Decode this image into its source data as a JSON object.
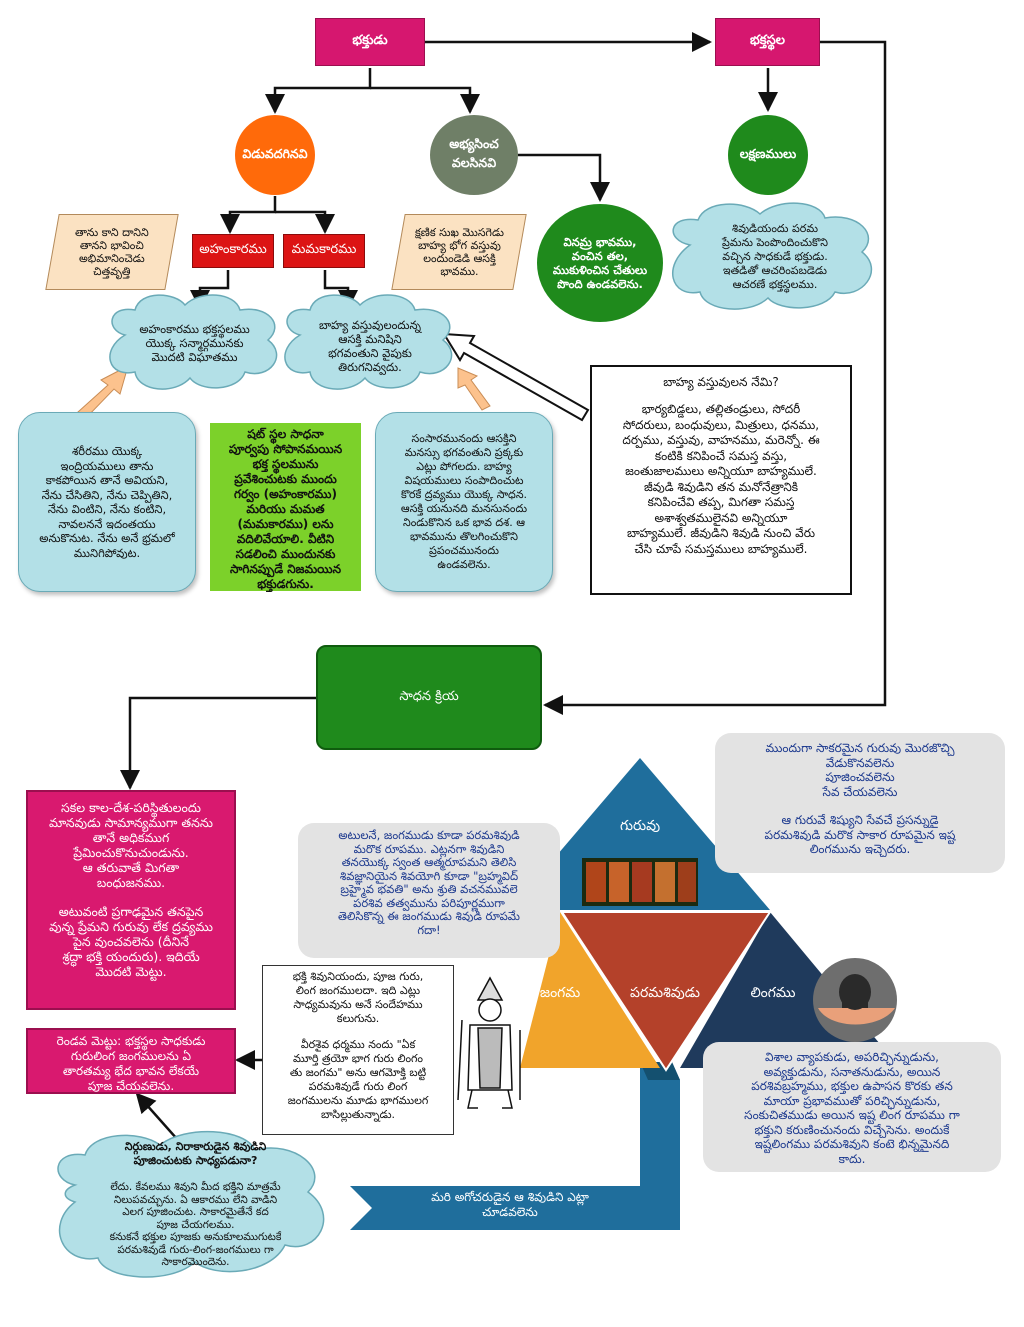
{
  "top": {
    "devotee": "భక్తుడు",
    "bhaktasthala": "భక్తస్థల"
  },
  "circles": {
    "to_leave": "విడువదగినవి",
    "to_practice": "అభ్యసించ\nవలసినవి",
    "signs": "లక్షణములు",
    "humility": "వినమ్ర భావము,\nవంచిన తల,\nముకుళించిన చేతులు\nపొంది ఉండవలెను."
  },
  "red_boxes": {
    "ahamkara": "అహంకారము",
    "mamakara": "మమకారము"
  },
  "parallelograms": {
    "left": "తాను కాని దానిని\nతానని భావించి\nఅభిమానించెడు\nచిత్తవృత్తి",
    "right": "క్షణిక సుఖ మొసగెడు\nబాహ్య భోగ వస్తువు\nలందుండెడి ఆసక్తి\nభావము."
  },
  "signs_cloud": "శివుడియందు పరమ\nప్రేమను పెంపొందించుకొని\nవచ్చిన సాధకుడే భక్తుడు.\nఇతడితో ఆచరింపబడెడు\nఆచరణే భక్తస్థలము.",
  "clouds": {
    "ahamkara": "అహంకారము భక్తస్థలము\nయొక్క సన్మార్గమునకు\nమొదటి విఘాతము",
    "mamakara": "బాహ్య వస్తువులందున్న\nఆసక్తి మనిషిని\nభగవంతుని వైపుకు\nతిరుగనివ్వదు."
  },
  "rounded": {
    "body": "శరీరము యొక్క\nఇంద్రియములు తాను\nకాకపోయిన తానే అవియని,\nనేను చేసితిని, నేను చెప్పితిని,\nనేను వింటిని, నేను కంటిని,\nనావలననే ఇదంతయు\nఅనుకొనుట. నేను అనే భ్రమలో\nమునిగిపోవుట.",
    "world": "సంసారమునందు ఆసక్తిని\nమనస్సు భగవంతుని ప్రక్కకు\nఎట్లు పోగలదు. బాహ్య\nవిషయములు సంపాదించుట\nకొరకే ద్రవ్యము యొక్క సాధన.\nఆసక్తి యనునది మనసునందు\nనిండుకొనిన ఒక భావ దశ. ఆ\nభావమును తొలగించుకొని\nప్రపంచమునందు\nఉండవలెను."
  },
  "green_box": "షట్ స్థల సాధనా\nపూర్వపు సోపానమయిన\nభక్త స్థలమును\nప్రవేశించుటకు ముందు\nగర్వం (అహంకారము)\nమరియు మమత\n(మమకారము) లను\nవదిలివేయాలి. వీటిని\nసడలించి ముందునకు\nసాగినప్పుడే నిజమయిన\nభక్తుడగును.",
  "external": {
    "title": "బాహ్య వస్తువులన నేమి?",
    "body": "భార్యబిడ్డలు, తల్లితండ్రులు, సోదరీ\nసోదరులు, బంధువులు, మిత్రులు, ధనము,\nదర్పము, వస్తువు, వాహనము, మరెన్నో. ఈ\nకంటికి కనిపించే సమస్త వస్తు,\nజంతుజాలములు అన్నియూ బాహ్యములే.\nజీవుడి శివుడిని తన మనోనేత్రానికి\nకనిపించేవి తప్ప, మిగతా సమస్త\nఅశాశ్వతములైనవి అన్నియూ\nబాహ్యములే. జీవుడిని శివుడి నుంచి వేరు\nచేసి చూపే సమస్తములు బాహ్యములే."
  },
  "sadhana": "సాధన క్రియ",
  "pink1": {
    "p1": "సకల కాల-దేశ-పరిస్థితులందు\nమానవుడు సామాన్యముగా తనను\nతానే అధికముగ\nప్రేమించుకొనుచుండును.\nఆ తరువాతే మిగతా\nబంధుజనము.",
    "p2": "అటువంటి ప్రగాఢమైన తనపైన\nవున్న ప్రేమని గురువు లేక ద్రవ్యము\nపైన వుంచవలెను (దీనినే\nశ్రద్ధా భక్తి యందురు). ఇదియే\nమొదటి మెట్టు."
  },
  "pink2": "రెండవ మెట్టు: భక్తస్థల సాధకుడు\nగురులింగ జంగములను ఏ\nతారతమ్య భేద భావన లేకయే\nపూజ చేయవలెను.",
  "bottom_cloud": {
    "title": "నిర్గుణుడు, నిరాకారుడైన శివుడిని\nపూజించుటకు సాధ్యపడునా?",
    "body": "లేదు. కేవలము శివుని మీద భక్తిని మాత్రమే\nనిలుపవచ్చును. ఏ ఆకారము లేని వాడిని\nఎలగ పూజించుట. సాకారమైతేనే కద\nపూజ చేయగలము.\nకనుకనే భక్తుల పూజకు అనుకూలముగుటకే\nపరమశివుడే గురు-లింగ-జంగములు గా\nసాకారమొందెను."
  },
  "mid_box": {
    "p1": "భక్తి శివునియందు, పూజ గురు,\nలింగ జంగములదా. ఇది ఎట్లు\nసాధ్యమవును అనే సందేహము\nకలుగును.",
    "p2": "వీరశైవ ధర్మము నందు \"ఏక\nమూర్తి త్రయో భాగ గురు లింగం\nతు జంగమ\" అను ఆగమోక్తి బట్టి\nపరమశివుడే గురు లింగ\nజంగములను మూడు భాగములగ\nబాసిల్లుతున్నాడు."
  },
  "grey": {
    "jangama": "అటులనే, జంగముడు కూడా పరమశివుడి\nమరొక రూపము. ఎట్లనగా శివుడిని\nతనయొక్క స్వంత ఆత్మరూపమని తెలిసి\nశివజ్ఞానియైన శివయోగి కూడా \"బ్రహ్మవిద్\nబ్రహ్మైవ భవతి\" అను శ్రుతి వచనమువలె\nపరశివ తత్వమును పరిపూర్ణముగా\nతెలిసికొన్న ఈ జంగముడు శివుడి రూపమే\nగదా!",
    "guru_p1": "ముందుగా సాకరమైన గురువు మొరజొచ్చి\nవేడుకొనవలెను\nపూజించవలెను\nసేవ చేయవలెను",
    "guru_p2": "ఆ గురువే శిష్యుని సేవచే ప్రసన్నుడై\nపరమశివుడి మరొక సాకార రూపమైన ఇష్ట\nలింగమును ఇచ్చెదరు.",
    "linga": "విశాల వ్యాపకుడు, అపరిచ్ఛిన్నుడును,\nఅవ్యక్తుడును, సనాతనుడును, అయిన\nపరశివబ్రహ్మము, భక్తుల ఉపాసన కొరకు తన\nమాయా ప్రభావముతో పరిచ్ఛిన్నుడును,\nసంకుచితముడు అయిన ఇష్ట లింగ రూపము గా\nభక్తుని కరుణించునందు విచ్చేసెను. అందుకే\nఇష్టలింగము పరమశివుని కంటె భిన్నమైనది\nకాదు."
  },
  "triangle": {
    "guru": "గురువు",
    "jangama": "జంగమ",
    "paramashiva": "పరమశివుడు",
    "linga": "లింగము"
  },
  "ribbon": "మరి అగోచరుడైన ఆ శివుడిని ఎట్లా\nచూడవలెను",
  "colors": {
    "magenta": "#d6176f",
    "orange": "#ff6a0a",
    "gray_green": "#6f7f67",
    "green": "#1f8a1c",
    "red": "#dc1414",
    "sky": "#b3e0e7",
    "lime": "#7cd12a",
    "teal": "#1f6e9c",
    "navy": "#1f3a5c",
    "rust": "#b4412a",
    "amber": "#f1a42b"
  }
}
